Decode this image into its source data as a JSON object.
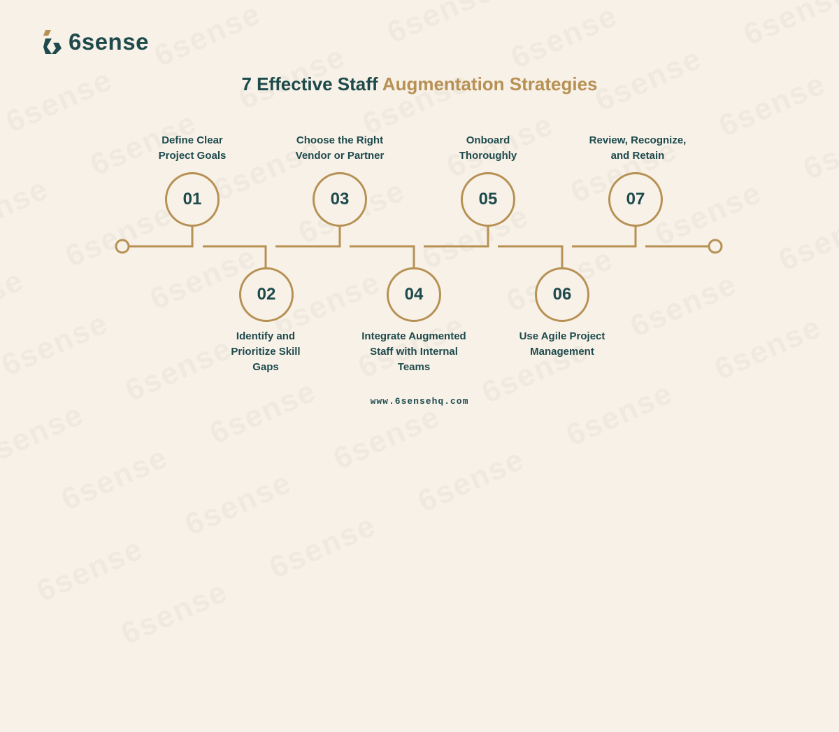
{
  "brand": {
    "name": "6sense",
    "colors": {
      "primary": "#1e4a4c",
      "accent": "#b79154",
      "background": "#f7f1e8"
    }
  },
  "title": {
    "main": "7 Effective Staff ",
    "accent": "Augmentation Strategies"
  },
  "steps": [
    {
      "number": "01",
      "label_lines": [
        "Define Clear",
        "Project Goals"
      ]
    },
    {
      "number": "02",
      "label_lines": [
        "Identify and",
        "Prioritize Skill",
        "Gaps"
      ]
    },
    {
      "number": "03",
      "label_lines": [
        "Choose the Right",
        "Vendor or Partner"
      ]
    },
    {
      "number": "04",
      "label_lines": [
        "Integrate Augmented",
        "Staff with Internal",
        "Teams"
      ]
    },
    {
      "number": "05",
      "label_lines": [
        "Onboard",
        "Thoroughly"
      ]
    },
    {
      "number": "06",
      "label_lines": [
        "Use Agile Project",
        "Management"
      ]
    },
    {
      "number": "07",
      "label_lines": [
        "Review, Recognize,",
        "and Retain"
      ]
    }
  ],
  "footer": {
    "url": "www.6sensehq.com"
  },
  "icons": {
    "logo": "6sense-logo-icon",
    "timeline_start": "timeline-start-dot",
    "timeline_end": "timeline-end-dot"
  }
}
